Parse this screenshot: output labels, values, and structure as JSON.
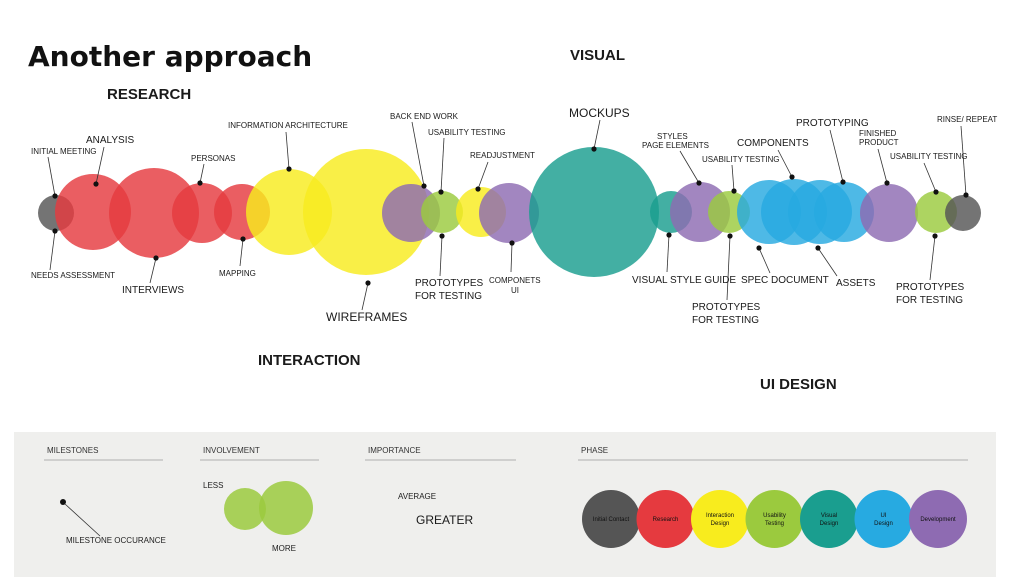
{
  "title": "Another approach",
  "phase_labels": {
    "research": "RESEARCH",
    "visual": "VISUAL",
    "interaction": "INTERACTION",
    "ui_design": "UI DESIGN"
  },
  "colors": {
    "initial_contact": "#555555",
    "research": "#e53a3f",
    "interaction": "#f8ec1e",
    "usability": "#9bca3e",
    "visual": "#1a9e8f",
    "ui_design": "#27aae1",
    "development": "#8e6bb2"
  },
  "annotations": {
    "analysis": "ANALYSIS",
    "initial_meeting": "INITIAL MEETING",
    "needs_assessment": "NEEDS ASSESSMENT",
    "interviews": "INTERVIEWS",
    "personas": "PERSONAS",
    "mapping": "MAPPING",
    "information_architecture": "INFORMATION ARCHITECTURE",
    "wireframes": "WIREFRAMES",
    "back_end_work": "BACK END WORK",
    "usability_testing_1": "USABILITY TESTING",
    "prototypes_testing_1_l1": "PROTOTYPES",
    "prototypes_testing_1_l2": "FOR TESTING",
    "readjustment": "READJUSTMENT",
    "componets_ui_l1": "COMPONETS",
    "componets_ui_l2": "UI",
    "mockups": "MOCKUPS",
    "styles_l1": "STYLES",
    "styles_l2": "PAGE ELEMENTS",
    "visual_style_guide": "VISUAL STYLE GUIDE",
    "usability_testing_2": "USABILITY TESTING",
    "prototypes_testing_2_l1": "PROTOTYPES",
    "prototypes_testing_2_l2": "FOR TESTING",
    "components": "COMPONENTS",
    "spec_document": "SPEC DOCUMENT",
    "prototyping": "PROTOTYPING",
    "assets": "ASSETS",
    "finished_product_l1": "FINISHED",
    "finished_product_l2": "PRODUCT",
    "usability_testing_3": "USABILITY TESTING",
    "rinse_repeat": "RINSE/ REPEAT",
    "prototypes_testing_3_l1": "PROTOTYPES",
    "prototypes_testing_3_l2": "FOR TESTING"
  },
  "legend": {
    "milestones": {
      "header": "MILESTONES",
      "caption": "MILESTONE OCCURANCE"
    },
    "involvement": {
      "header": "INVOLVEMENT",
      "less": "LESS",
      "more": "MORE"
    },
    "importance": {
      "header": "IMPORTANCE",
      "average": "AVERAGE",
      "greater": "GREATER"
    },
    "phase": {
      "header": "PHASE",
      "items": [
        {
          "l1": "Initial Contact",
          "l2": ""
        },
        {
          "l1": "Research",
          "l2": ""
        },
        {
          "l1": "Interaction",
          "l2": "Design"
        },
        {
          "l1": "Usability",
          "l2": "Testing"
        },
        {
          "l1": "Visual",
          "l2": "Design"
        },
        {
          "l1": "UI",
          "l2": "Design"
        },
        {
          "l1": "Development",
          "l2": ""
        }
      ]
    }
  }
}
